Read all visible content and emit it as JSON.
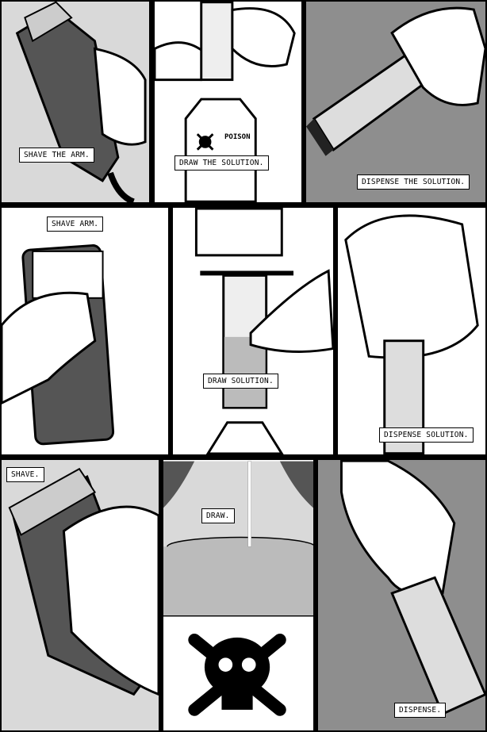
{
  "captions": {
    "row1": [
      "SHAVE THE ARM.",
      "DRAW THE SOLUTION.",
      "DISPENSE THE SOLUTION."
    ],
    "row2": [
      "SHAVE ARM.",
      "DRAW SOLUTION.",
      "DISPENSE SOLUTION."
    ],
    "row3": [
      "SHAVE.",
      "DRAW.",
      "DISPENSE."
    ]
  },
  "bottle_label": "POISON",
  "colors": {
    "light_gray": "#d9d9d9",
    "mid_gray": "#8e8e8e",
    "dark_gray": "#555555",
    "ink": "#000000",
    "paper": "#ffffff"
  }
}
